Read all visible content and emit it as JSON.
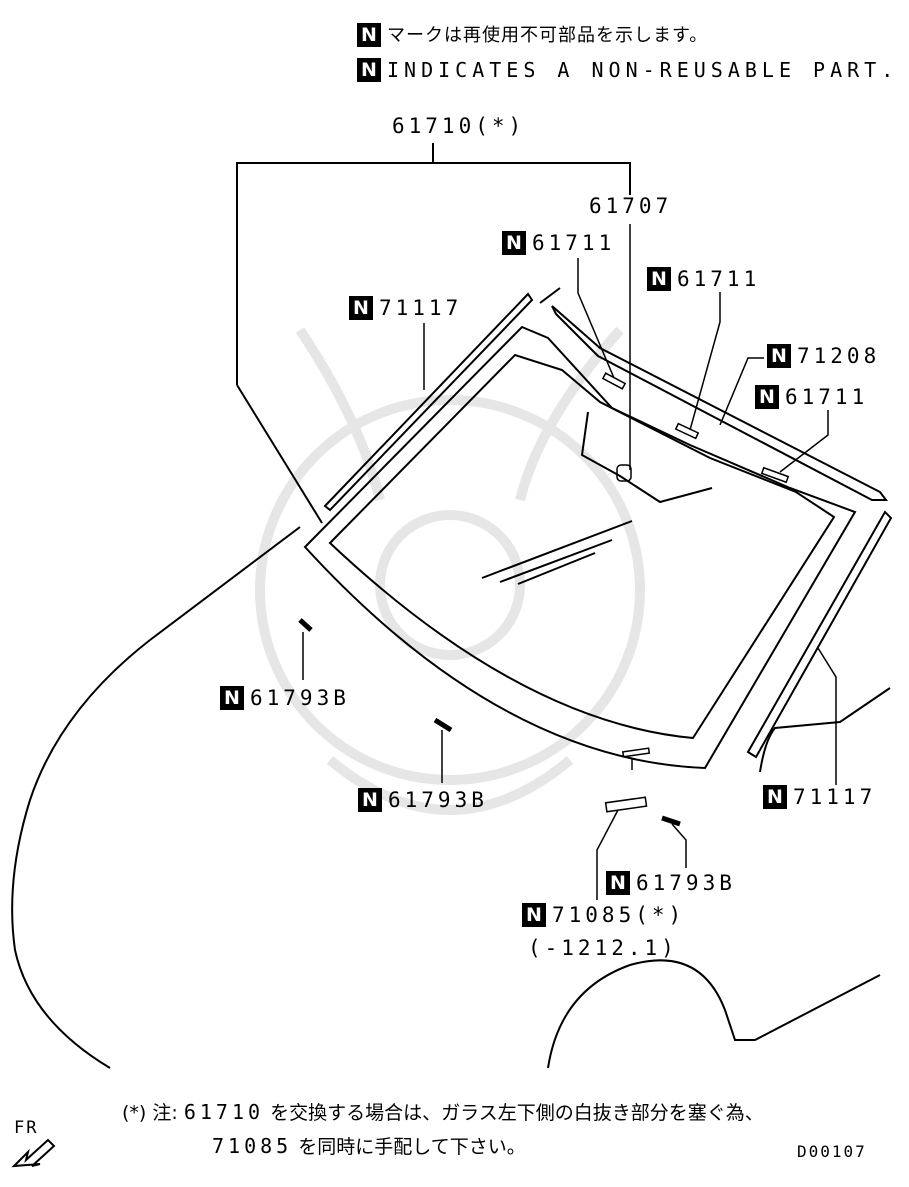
{
  "legend": {
    "badge": "N",
    "jp_text": "マークは再使用不可部品を示します。",
    "en_text": "INDICATES A NON-REUSABLE PART."
  },
  "callouts": {
    "c61710": "61710(*)",
    "c61707": "61707",
    "c61711_a": "61711",
    "c61711_b": "61711",
    "c61711_c": "61711",
    "c71117_left": "71117",
    "c71208": "71208",
    "c71117_right": "71117",
    "c61793b_left": "61793B",
    "c61793b_mid": "61793B",
    "c61793b_right": "61793B",
    "c71085": "71085(*)",
    "c71085_range": "(-1212.1)"
  },
  "footnote": {
    "prefix": "(*) 注:",
    "part1": "61710",
    "line1_rest": "を交換する場合は、ガラス左下側の白抜き部分を塞ぐ為、",
    "part2": "71085",
    "line2_rest": "を同時に手配して下さい。"
  },
  "diagram_code": "D00107",
  "direction_label": "FR"
}
